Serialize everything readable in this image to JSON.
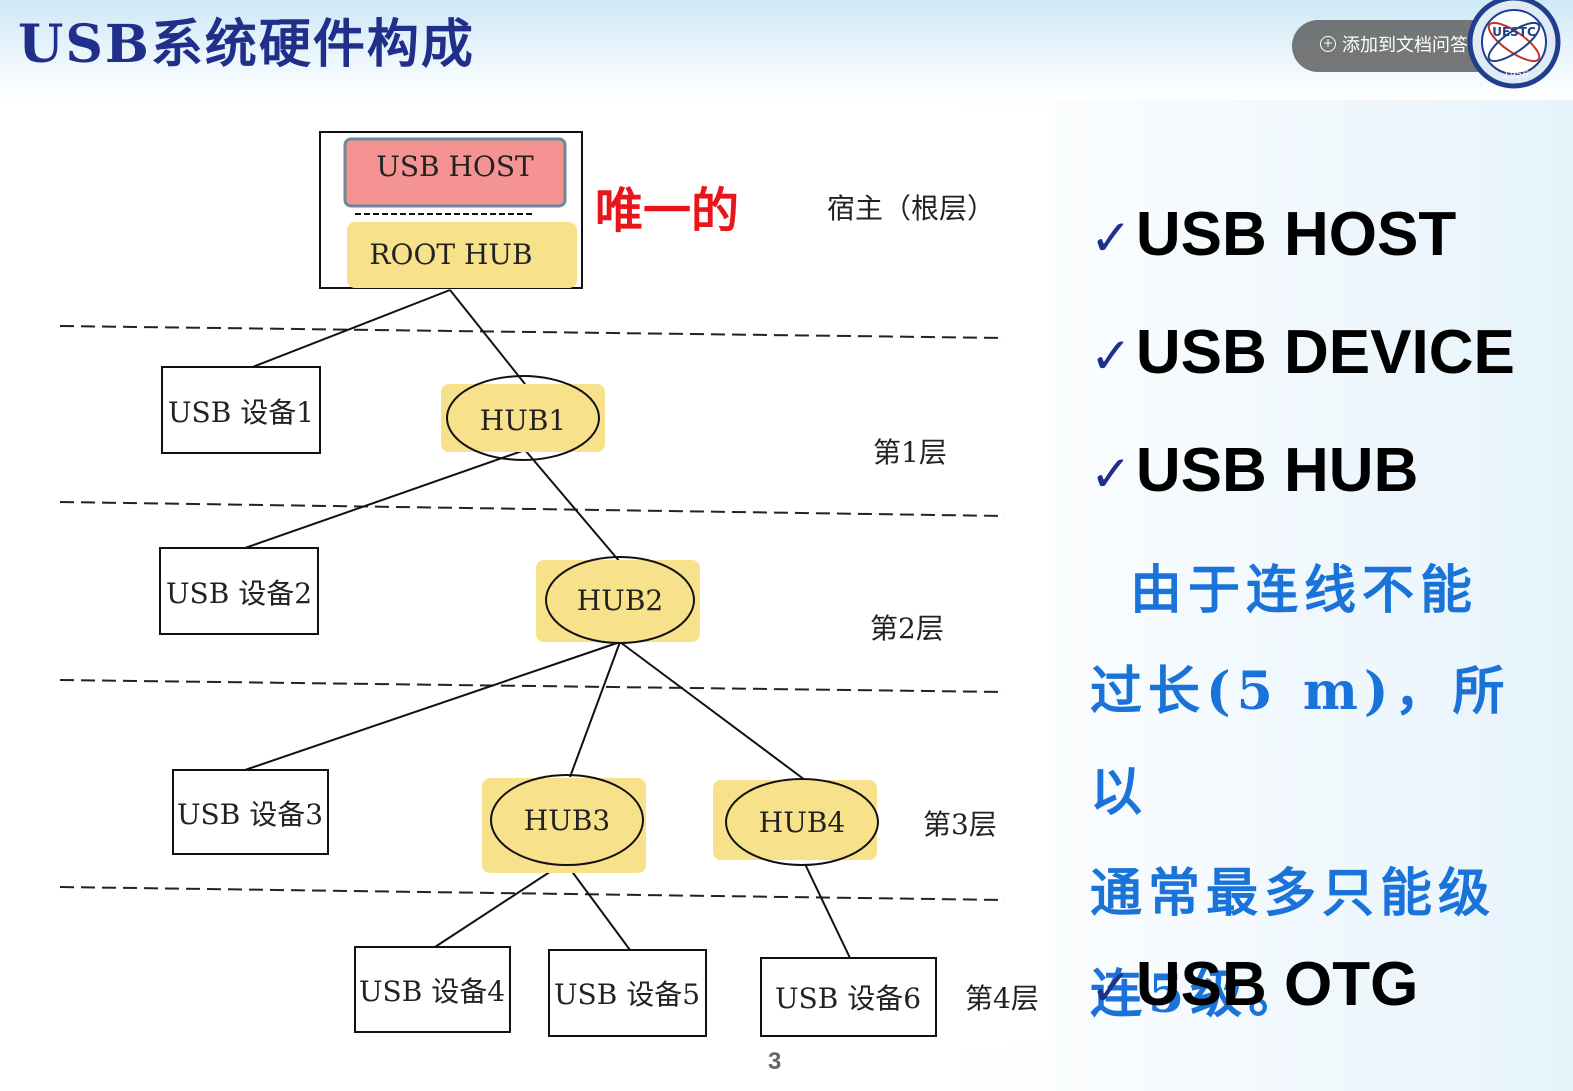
{
  "slide": {
    "title": "USB系统硬件构成",
    "page_number": "3"
  },
  "ask_button": {
    "label": "添加到文档问答"
  },
  "logo": {
    "text_top": "UESTC",
    "text_year": "1956"
  },
  "diagram": {
    "host_label": "USB HOST",
    "root_hub_label": "ROOT HUB",
    "unique_annotation": "唯一的",
    "layer_labels": [
      "宿主（根层）",
      "第1层",
      "第2层",
      "第3层",
      "第4层"
    ],
    "hubs": [
      "HUB1",
      "HUB2",
      "HUB3",
      "HUB4"
    ],
    "devices": [
      "USB 设备1",
      "USB 设备2",
      "USB 设备3",
      "USB 设备4",
      "USB 设备5",
      "USB 设备6"
    ]
  },
  "bullets": [
    {
      "check": "✓",
      "label": "USB HOST"
    },
    {
      "check": "✓",
      "label": "USB DEVICE"
    },
    {
      "check": "✓",
      "label": "USB HUB"
    }
  ],
  "note_lines": [
    "由于连线不能",
    "过长(5 m)，所以",
    "通常最多只能级",
    "连5级。"
  ],
  "bullet_last": {
    "check": "✓",
    "label": "USB OTG"
  },
  "colors": {
    "title": "#1f2f8a",
    "note": "#1a73d9",
    "host_fill": "#f59393",
    "hub_highlight": "#f7e18a",
    "unique_annotation": "#e8161a"
  }
}
